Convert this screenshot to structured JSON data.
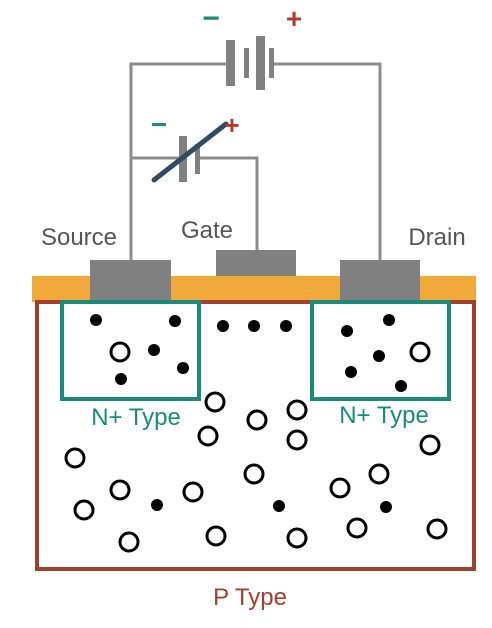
{
  "labels": {
    "source": "Source",
    "gate": "Gate",
    "drain": "Drain",
    "n_left": "N+ Type",
    "n_right": "N+ Type",
    "p": "P Type"
  },
  "symbols": {
    "top_minus": "−",
    "top_plus": "+",
    "gate_minus": "−",
    "gate_plus": "+"
  },
  "colors": {
    "wire": "#8c8c8c",
    "terminal": "#808080",
    "oxide": "#f2a93b",
    "p_border": "#a0402e",
    "n_border": "#1a8b7a",
    "minus": "#1a8b7a",
    "plus": "#b03a2e",
    "label_gray": "#555555",
    "arrow": "#2f4b63",
    "carrier": "#000000"
  }
}
